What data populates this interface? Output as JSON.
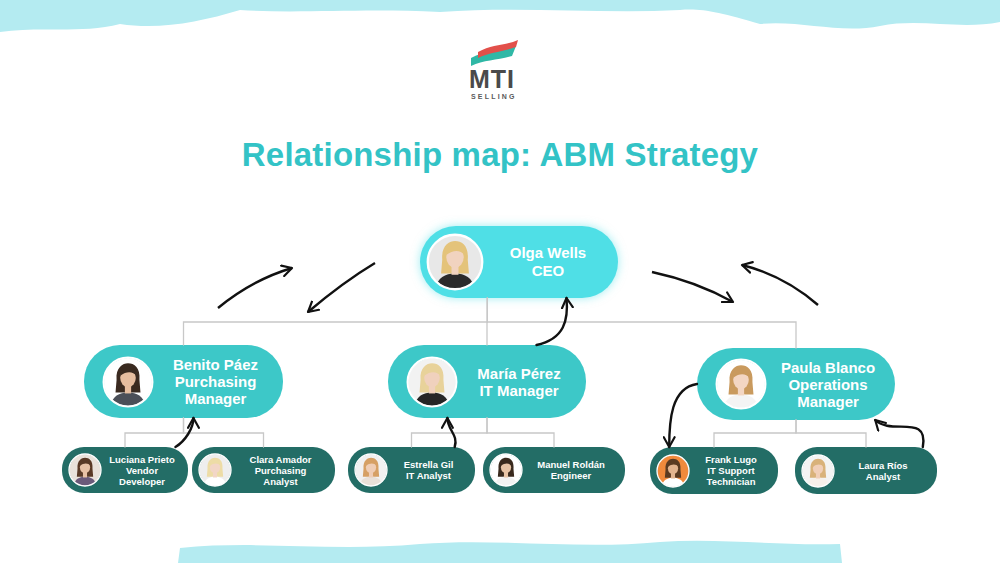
{
  "diagram": {
    "title": "Relationship map: ABM Strategy",
    "nodes": [
      {
        "text": [
          "Olga Wells",
          "CEO"
        ]
      },
      {
        "text": [
          "Benito Páez",
          "Purchasing Manager"
        ]
      },
      {
        "text": [
          "María Pérez",
          "IT Manager"
        ]
      },
      {
        "text": [
          "Paula Blanco",
          "Operations Manager"
        ]
      },
      {
        "text": [
          "Luciana Prieto",
          "Vendor Developer"
        ]
      },
      {
        "text": [
          "Clara Amador",
          "Purchasing Analyst"
        ]
      },
      {
        "text": [
          "Estrella Gil",
          "IT Analyst"
        ]
      },
      {
        "text": [
          "Manuel Roldán",
          "Engineer"
        ]
      },
      {
        "text": [
          "Frank Lugo",
          "IT Support Technician"
        ]
      },
      {
        "text": [
          "Laura Ríos",
          "Analyst"
        ]
      }
    ],
    "edges": [
      {
        "from": 0,
        "to": 1,
        "arrow": "none"
      },
      {
        "from": 0,
        "to": 2,
        "arrow": "none"
      },
      {
        "from": 0,
        "to": 3,
        "arrow": "none"
      },
      {
        "from": 1,
        "to": 4,
        "arrow": "none"
      },
      {
        "from": 1,
        "to": 5,
        "arrow": "none"
      },
      {
        "from": 2,
        "to": 6,
        "arrow": "none"
      },
      {
        "from": 2,
        "to": 7,
        "arrow": "none"
      },
      {
        "from": 3,
        "to": 8,
        "arrow": "none"
      },
      {
        "from": 3,
        "to": 9,
        "arrow": "none"
      },
      {
        "from": 4,
        "to": 1,
        "arrow": "to"
      },
      {
        "from": 6,
        "to": 2,
        "arrow": "to"
      },
      {
        "from": 2,
        "to": 0,
        "arrow": "to"
      },
      {
        "from": 3,
        "to": 8,
        "arrow": "to"
      },
      {
        "from": 9,
        "to": 3,
        "arrow": "to"
      }
    ],
    "labels": [
      "MTI",
      "SELLING"
    ]
  }
}
